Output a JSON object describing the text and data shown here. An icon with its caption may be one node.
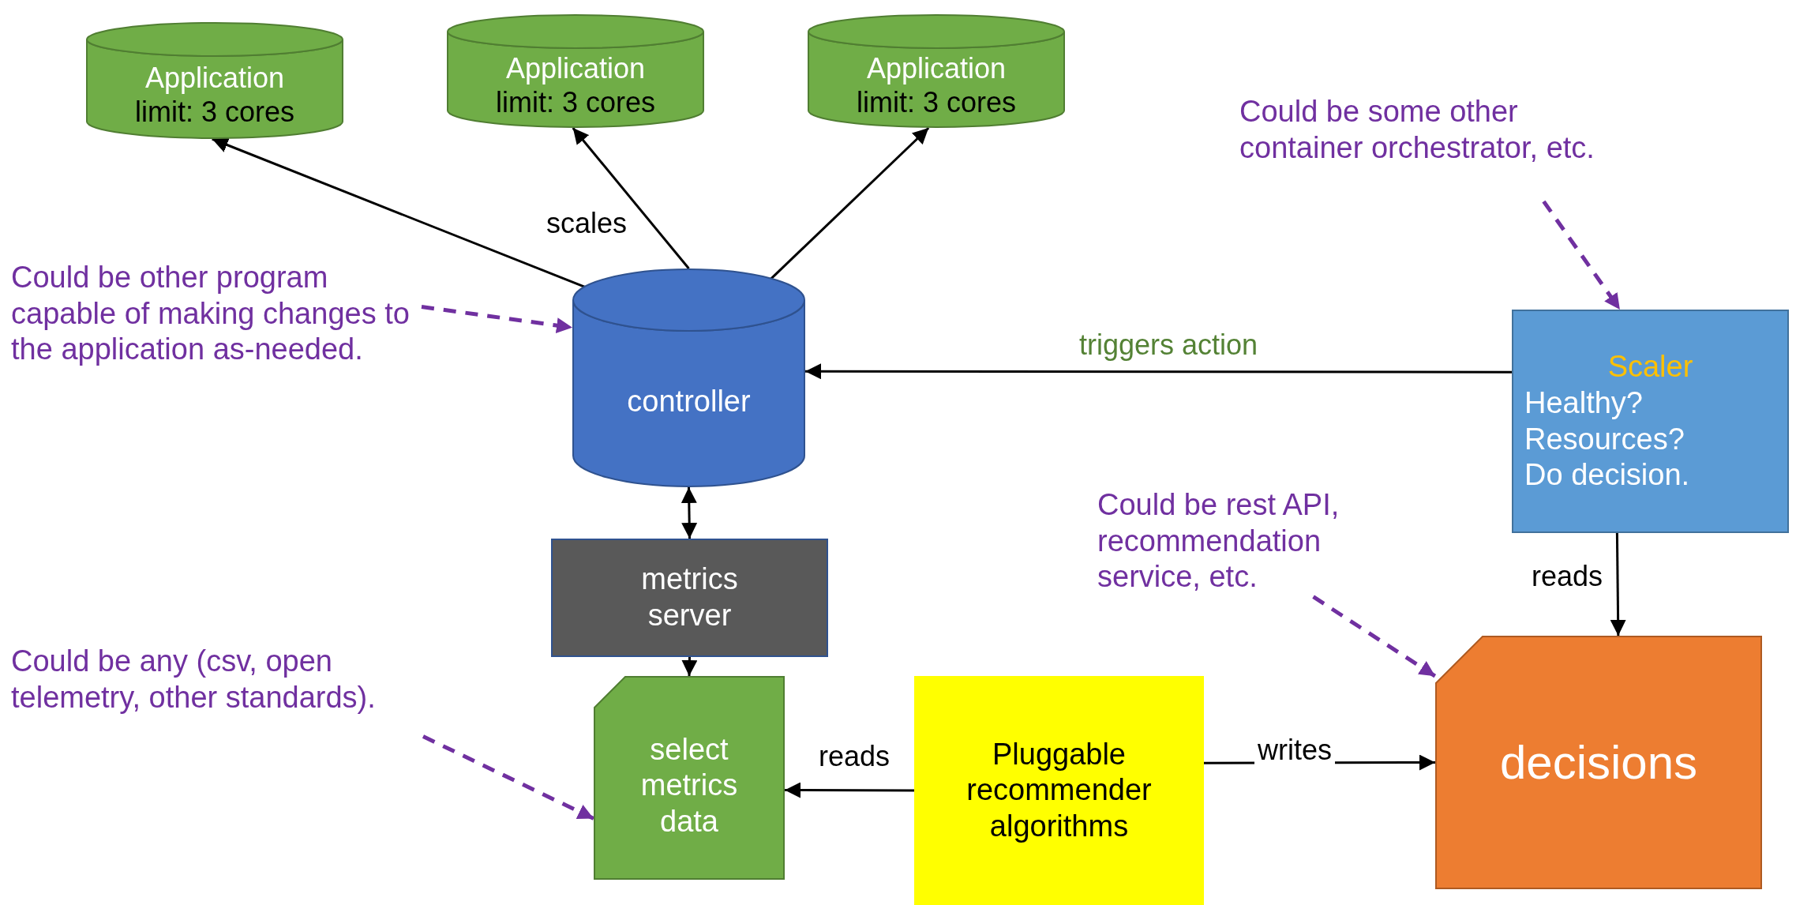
{
  "diagram": {
    "nodes": [
      {
        "text": [
          "Application",
          "limit: 3 cores"
        ]
      },
      {
        "text": [
          "Application",
          "limit: 3 cores"
        ]
      },
      {
        "text": [
          "Application",
          "limit: 3 cores"
        ]
      },
      {
        "text": [
          "Could be some other container orchestrator, etc."
        ]
      },
      {
        "text": [
          "Could be other program capable of making changes to the application as-needed."
        ]
      },
      {
        "text": [
          "controller"
        ]
      },
      {
        "text": [
          "Scaler",
          "Healthy? Resources? Do decision."
        ]
      },
      {
        "text": [
          "metrics server"
        ]
      },
      {
        "text": [
          "Could be rest API, recommendation service, etc."
        ]
      },
      {
        "text": [
          "Could be any (csv, open telemetry, other standards)."
        ]
      },
      {
        "text": [
          "select metrics data"
        ]
      },
      {
        "text": [
          "Pluggable recommender algorithms"
        ]
      },
      {
        "text": [
          "decisions"
        ]
      }
    ],
    "edges": [
      {
        "from": 5,
        "to": 0,
        "arrow": "to"
      },
      {
        "from": 5,
        "to": 1,
        "arrow": "to",
        "label": "scales"
      },
      {
        "from": 5,
        "to": 2,
        "arrow": "to"
      },
      {
        "from": 6,
        "to": 5,
        "arrow": "to",
        "label": "triggers action"
      },
      {
        "from": 5,
        "to": 7,
        "arrow": "both"
      },
      {
        "from": 7,
        "to": 10,
        "arrow": "to"
      },
      {
        "from": 11,
        "to": 10,
        "arrow": "to",
        "label": "reads"
      },
      {
        "from": 11,
        "to": 12,
        "arrow": "to",
        "label": "writes"
      },
      {
        "from": 6,
        "to": 12,
        "arrow": "to",
        "label": "reads"
      },
      {
        "from": 3,
        "to": 6,
        "arrow": "to",
        "style": "dashed",
        "color": "#7030a0"
      },
      {
        "from": 4,
        "to": 5,
        "arrow": "to",
        "style": "dashed",
        "color": "#7030a0"
      },
      {
        "from": 8,
        "to": 12,
        "arrow": "to",
        "style": "dashed",
        "color": "#7030a0"
      },
      {
        "from": 9,
        "to": 10,
        "arrow": "to",
        "style": "dashed",
        "color": "#7030a0"
      }
    ]
  }
}
